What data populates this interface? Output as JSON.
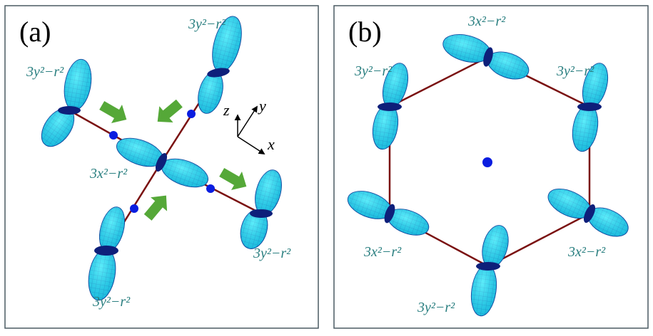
{
  "colors": {
    "bond": "#7a1010",
    "ion": "#0a1de0",
    "lobe_fill": "#1fe3f5",
    "lobe_mesh": "#0b3f9a",
    "ring": "#0e1f7a",
    "arrow": "#55a838",
    "label": "#2a7f80",
    "frame": "#4a5a62"
  },
  "icons": [
    "orbital-lobe-icon",
    "ion-dot-icon",
    "displacement-arrow-icon",
    "axis-triad-icon"
  ],
  "panel_a": {
    "label": "(a)",
    "axes": {
      "x": "x",
      "y": "y",
      "z": "z"
    },
    "orbitals": [
      {
        "name": "center",
        "label": "3x²−r²"
      },
      {
        "name": "upper-right",
        "label": "3y²−r²"
      },
      {
        "name": "left",
        "label": "3y²−r²"
      },
      {
        "name": "lower-left",
        "label": "3y²−r²"
      },
      {
        "name": "right",
        "label": "3y²−r²"
      }
    ],
    "arrows": 4,
    "ions": 4
  },
  "panel_b": {
    "label": "(b)",
    "orbitals": [
      {
        "name": "top",
        "label": "3x²−r²"
      },
      {
        "name": "upper-right",
        "label": "3y²−r²"
      },
      {
        "name": "lower-right",
        "label": "3x²−r²"
      },
      {
        "name": "bottom",
        "label": "3y²−r²"
      },
      {
        "name": "lower-left",
        "label": "3x²−r²"
      },
      {
        "name": "upper-left",
        "label": "3y²−r²"
      }
    ],
    "center_ion": 1
  }
}
